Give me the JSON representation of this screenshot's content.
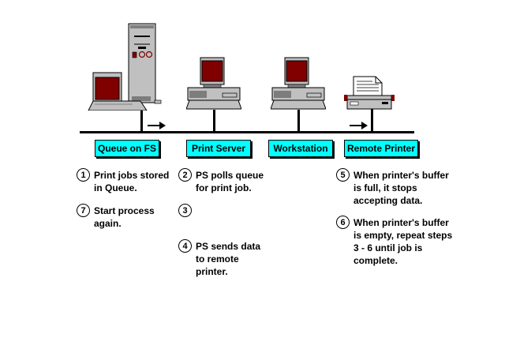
{
  "diagram": {
    "title": "Remote printing process",
    "nodes": [
      {
        "id": "queue-on-fs",
        "label": "Queue on FS",
        "device": "file-server-tower"
      },
      {
        "id": "print-server",
        "label": "Print Server",
        "device": "desktop-computer"
      },
      {
        "id": "workstation",
        "label": "Workstation",
        "device": "desktop-computer"
      },
      {
        "id": "remote-printer",
        "label": "Remote Printer",
        "device": "printer"
      }
    ],
    "colors": {
      "label_fill": "#00ffff",
      "screen": "#800000",
      "device_body": "#c0c0c0",
      "line": "#000000"
    },
    "steps": [
      {
        "num": "1",
        "text": "Print jobs stored\nin Queue."
      },
      {
        "num": "7",
        "text": "Start process\nagain."
      },
      {
        "num": "2",
        "text": "PS polls queue\nfor print job."
      },
      {
        "num": "3",
        "text": ""
      },
      {
        "num": "4",
        "text": "PS sends data\nto remote\nprinter."
      },
      {
        "num": "5",
        "text": "When printer's buffer\nis full, it stops\naccepting data."
      },
      {
        "num": "6",
        "text": "When printer's buffer\nis empty, repeat steps\n3 - 6 until job is\ncomplete."
      }
    ]
  }
}
